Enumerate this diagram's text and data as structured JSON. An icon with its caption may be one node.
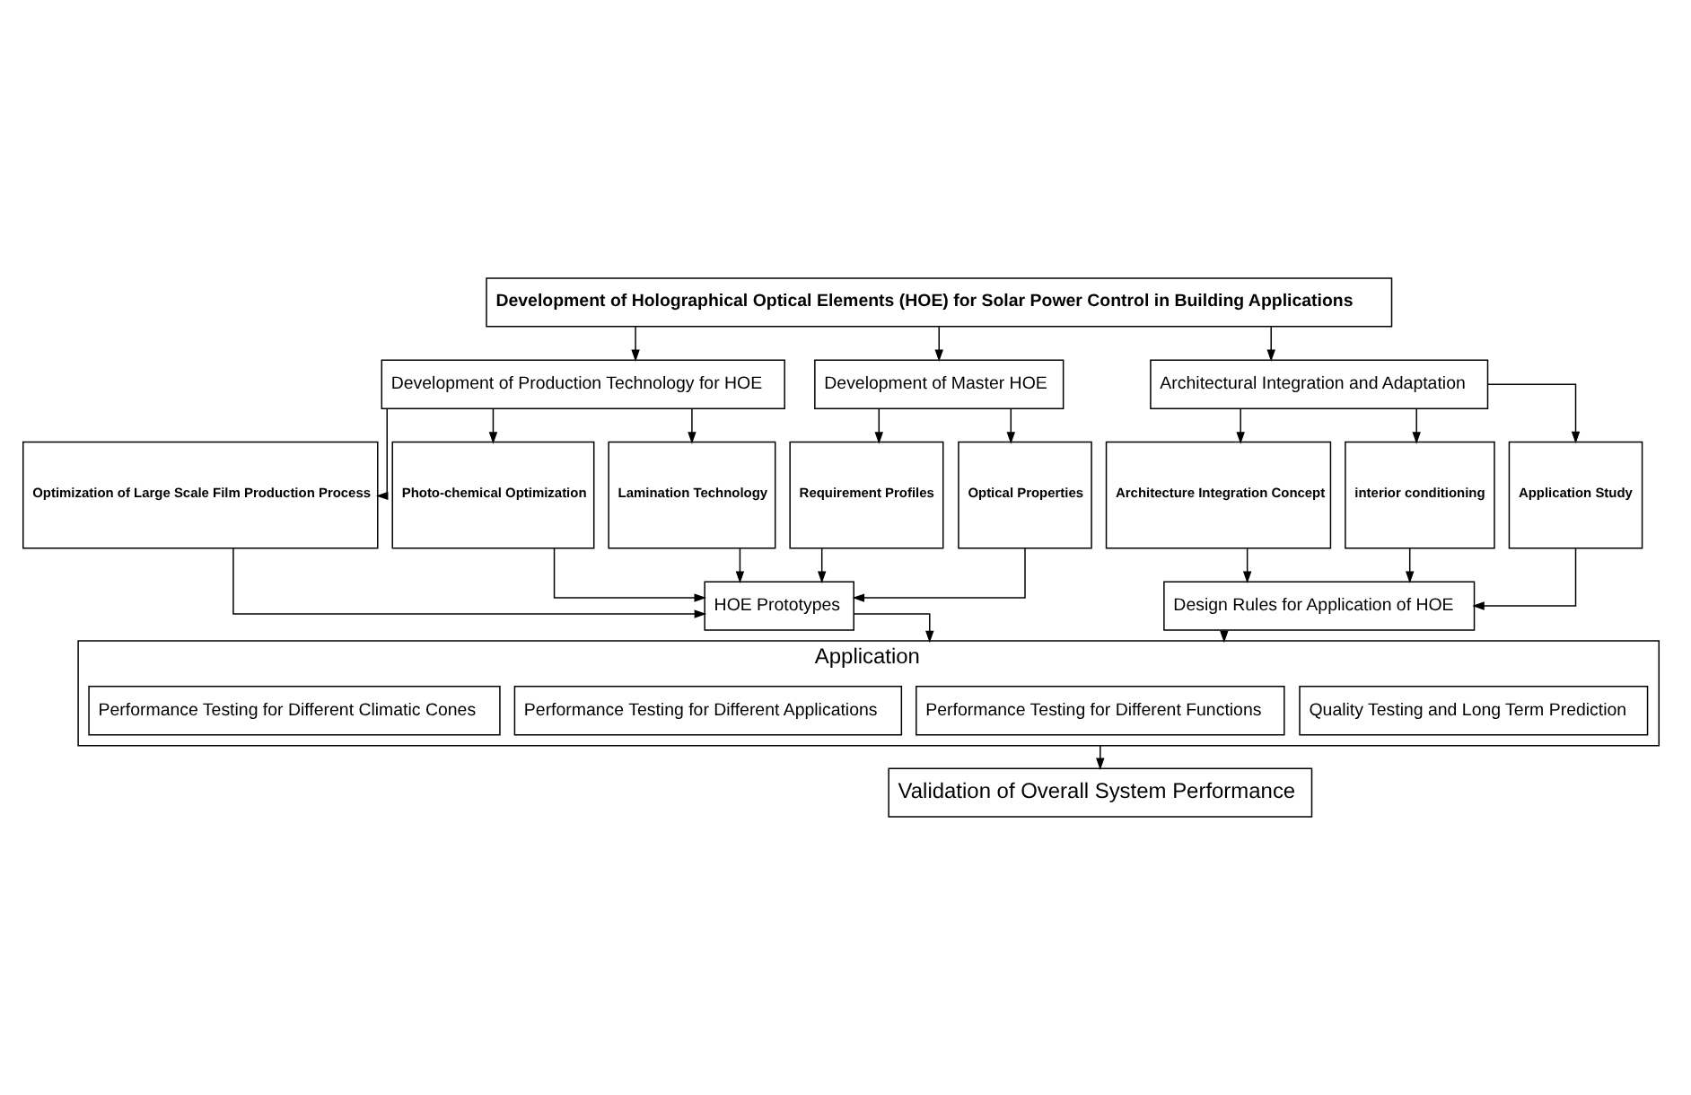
{
  "diagram": {
    "nodes": [
      {
        "text": [
          "Development of Holographical Optical Elements (HOE) for Solar Power Control in Building Applications"
        ]
      },
      {
        "text": [
          "Development of Production Technology for HOE"
        ]
      },
      {
        "text": [
          "Development of Master HOE"
        ]
      },
      {
        "text": [
          "Architectural Integration and Adaptation"
        ]
      },
      {
        "text": [
          "Optimization of Large Scale Film Production Process"
        ]
      },
      {
        "text": [
          "Photo-chemical Optimization"
        ]
      },
      {
        "text": [
          "Lamination Technology"
        ]
      },
      {
        "text": [
          "Requirement Profiles"
        ]
      },
      {
        "text": [
          "Optical Properties"
        ]
      },
      {
        "text": [
          "Architecture Integration Concept"
        ]
      },
      {
        "text": [
          "interior conditioning"
        ]
      },
      {
        "text": [
          "Application Study"
        ]
      },
      {
        "text": [
          "HOE Prototypes"
        ]
      },
      {
        "text": [
          "Design Rules for Application of HOE"
        ]
      },
      {
        "text": [
          "Application"
        ]
      },
      {
        "text": [
          "Performance Testing for Different Climatic Cones"
        ],
        "in": 14
      },
      {
        "text": [
          "Performance Testing for Different Applications"
        ],
        "in": 14
      },
      {
        "text": [
          "Performance Testing for Different Functions"
        ],
        "in": 14
      },
      {
        "text": [
          "Quality Testing and Long Term Prediction"
        ],
        "in": 14
      },
      {
        "text": [
          "Validation of Overall System Performance"
        ]
      }
    ],
    "edges": [
      {
        "from": 0,
        "to": 1,
        "arrow": "to"
      },
      {
        "from": 0,
        "to": 2,
        "arrow": "to"
      },
      {
        "from": 0,
        "to": 3,
        "arrow": "to"
      },
      {
        "from": 1,
        "to": 4,
        "arrow": "to"
      },
      {
        "from": 1,
        "to": 5,
        "arrow": "to"
      },
      {
        "from": 1,
        "to": 6,
        "arrow": "to"
      },
      {
        "from": 2,
        "to": 7,
        "arrow": "to"
      },
      {
        "from": 2,
        "to": 8,
        "arrow": "to"
      },
      {
        "from": 3,
        "to": 9,
        "arrow": "to"
      },
      {
        "from": 3,
        "to": 10,
        "arrow": "to"
      },
      {
        "from": 3,
        "to": 11,
        "arrow": "to"
      },
      {
        "from": 4,
        "to": 12,
        "arrow": "to"
      },
      {
        "from": 5,
        "to": 12,
        "arrow": "to"
      },
      {
        "from": 6,
        "to": 12,
        "arrow": "to"
      },
      {
        "from": 7,
        "to": 12,
        "arrow": "to"
      },
      {
        "from": 8,
        "to": 12,
        "arrow": "to"
      },
      {
        "from": 9,
        "to": 13,
        "arrow": "to"
      },
      {
        "from": 10,
        "to": 13,
        "arrow": "to"
      },
      {
        "from": 11,
        "to": 13,
        "arrow": "to"
      },
      {
        "from": 12,
        "to": 14,
        "arrow": "to"
      },
      {
        "from": 13,
        "to": 14,
        "arrow": "to"
      },
      {
        "from": 14,
        "to": 19,
        "arrow": "to"
      }
    ]
  }
}
